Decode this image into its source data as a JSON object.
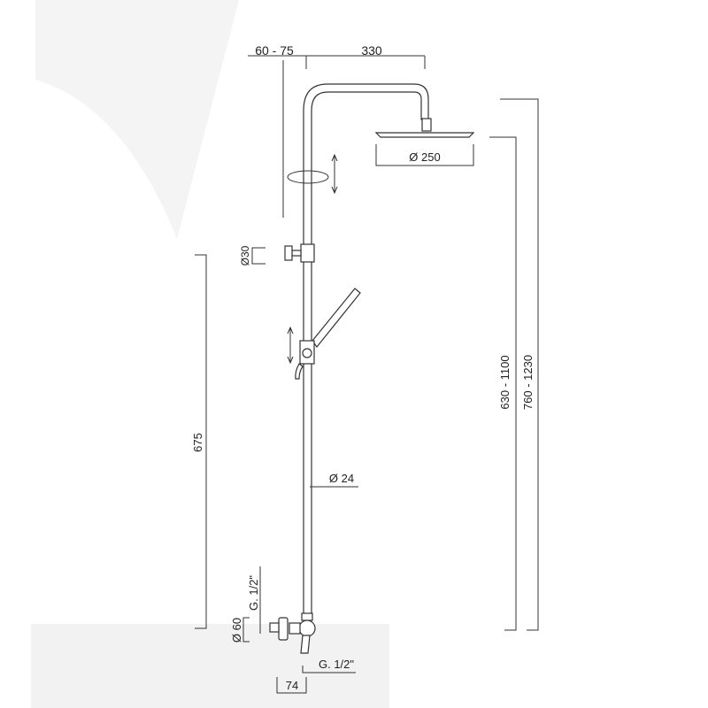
{
  "title": "Shower column dimensional drawing",
  "dimensions": {
    "wall_offset": "60 - 75",
    "arm_length": "330",
    "head_diameter": "Ø 250",
    "knob_diameter": "Ø30",
    "pipe_diameter": "Ø 24",
    "column_height_675": "675",
    "height_range_1": "630 - 1100",
    "height_range_2": "760 - 1230",
    "rosette_diameter": "Ø 60",
    "inlet_thread_vertical": "G. 1/2\"",
    "outlet_thread": "G. 1/2\"",
    "mixer_depth": "74"
  },
  "colors": {
    "line": "#333333",
    "watermark": "#f3f3f3"
  }
}
